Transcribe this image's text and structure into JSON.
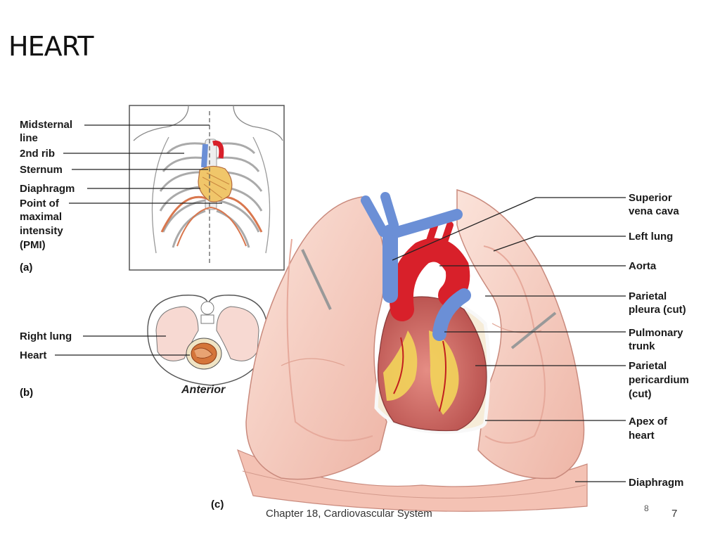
{
  "slide": {
    "title": "HEART",
    "footer": "Chapter 18, Cardiovascular System",
    "page_number": "7",
    "page_mark": "8"
  },
  "figure": {
    "panel_a": {
      "label": "(a)",
      "labels": {
        "midsternal": [
          "Midsternal",
          "line"
        ],
        "rib2": [
          "2nd rib"
        ],
        "sternum": [
          "Sternum"
        ],
        "diaphragm": [
          "Diaphragm"
        ],
        "pmi": [
          "Point of",
          "maximal",
          "intensity",
          "(PMI)"
        ]
      }
    },
    "panel_b": {
      "label": "(b)",
      "orientation": "Anterior",
      "labels": {
        "right_lung": [
          "Right lung"
        ],
        "heart": [
          "Heart"
        ]
      }
    },
    "panel_c": {
      "label": "(c)",
      "labels": {
        "svc": [
          "Superior",
          "vena cava"
        ],
        "left_lung": [
          "Left lung"
        ],
        "aorta": [
          "Aorta"
        ],
        "parietal_pleura": [
          "Parietal",
          "pleura (cut)"
        ],
        "pulmonary_trunk": [
          "Pulmonary",
          "trunk"
        ],
        "parietal_pericardium": [
          "Parietal",
          "pericardium",
          "(cut)"
        ],
        "apex": [
          "Apex of",
          "heart"
        ],
        "diaphragm": [
          "Diaphragm"
        ]
      }
    }
  },
  "colors": {
    "lung": "#f3c9bd",
    "heart": "#d9776f",
    "aorta": "#d8202a",
    "vein": "#6b8fd6",
    "fat": "#f2d45a"
  }
}
